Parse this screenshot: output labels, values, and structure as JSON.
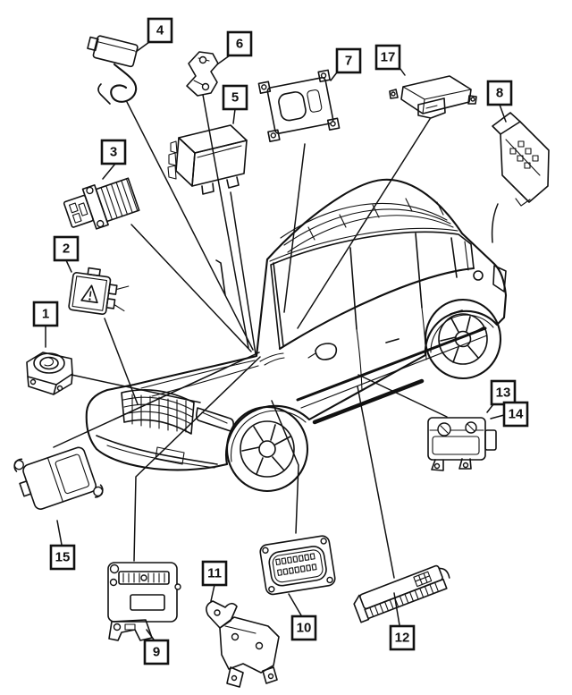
{
  "diagram": {
    "description": "Exploded parts diagram: electrical control modules and sensors of a crossover SUV shown in three-quarter front-left line-art view, with numbered callout boxes and leader lines",
    "background_color": "#ffffff",
    "line_color": "#111111",
    "callout_box_color": "#ffffff",
    "callouts": [
      {
        "label": "1",
        "part_icon": "round-coil-sensor-module"
      },
      {
        "label": "2",
        "part_icon": "warning-label-module"
      },
      {
        "label": "3",
        "part_icon": "finned-resistor-module"
      },
      {
        "label": "4",
        "part_icon": "sensor-with-wire-loop"
      },
      {
        "label": "5",
        "part_icon": "control-module-with-side-connectors"
      },
      {
        "label": "6",
        "part_icon": "mounting-bracket"
      },
      {
        "label": "7",
        "part_icon": "flat-module-with-corner-tabs"
      },
      {
        "label": "8",
        "part_icon": "tilted-module-with-connector-grid"
      },
      {
        "label": "9",
        "part_icon": "ecu-with-mounting-bracket"
      },
      {
        "label": "10",
        "part_icon": "ecm-with-pin-connector-face"
      },
      {
        "label": "11",
        "part_icon": "mounting-bracket"
      },
      {
        "label": "12",
        "part_icon": "slim-bar-module"
      },
      {
        "label": "13",
        "part_icon": "screw-mounted-module"
      },
      {
        "label": "14",
        "part_icon": "screw-mounted-module"
      },
      {
        "label": "15",
        "part_icon": "module-with-ear-tabs"
      },
      {
        "label": "17",
        "part_icon": "module-with-front-connector"
      }
    ]
  }
}
